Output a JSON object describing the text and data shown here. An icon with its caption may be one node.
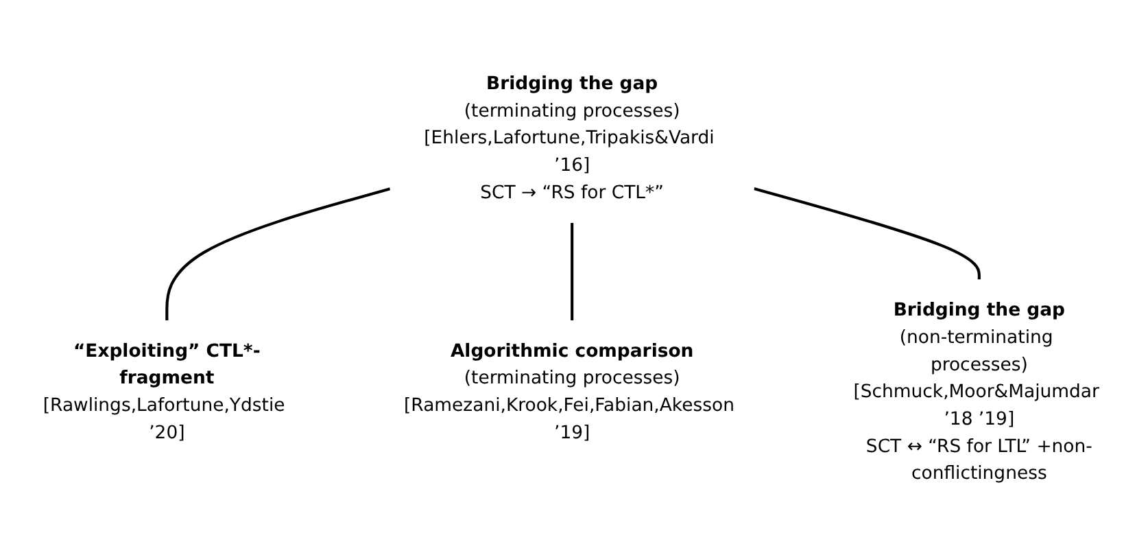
{
  "diagram": {
    "nodes": [
      {
        "text": [
          "Bridging the gap",
          "(terminating processes)",
          "[Ehlers,Lafortune,Tripakis&Vardi ’16]",
          "SCT → “RS for CTL*”"
        ]
      },
      {
        "text": [
          "“Exploiting” CTL*-fragment",
          "[Rawlings,Lafortune,Ydstie ’20]"
        ]
      },
      {
        "text": [
          "Algorithmic comparison",
          "(terminating processes)",
          "[Ramezani,Krook,Fei,Fabian,Akesson ’19]"
        ]
      },
      {
        "text": [
          "Bridging the gap",
          "(non-terminating processes)",
          "[Schmuck,Moor&Majumdar ’18 ’19]",
          "SCT ↔ “RS for LTL” +non-conflictingness"
        ]
      }
    ],
    "edges": [
      {
        "from": 0,
        "to": 1,
        "arrow": "none"
      },
      {
        "from": 0,
        "to": 2,
        "arrow": "none"
      },
      {
        "from": 0,
        "to": 3,
        "arrow": "none"
      }
    ]
  }
}
